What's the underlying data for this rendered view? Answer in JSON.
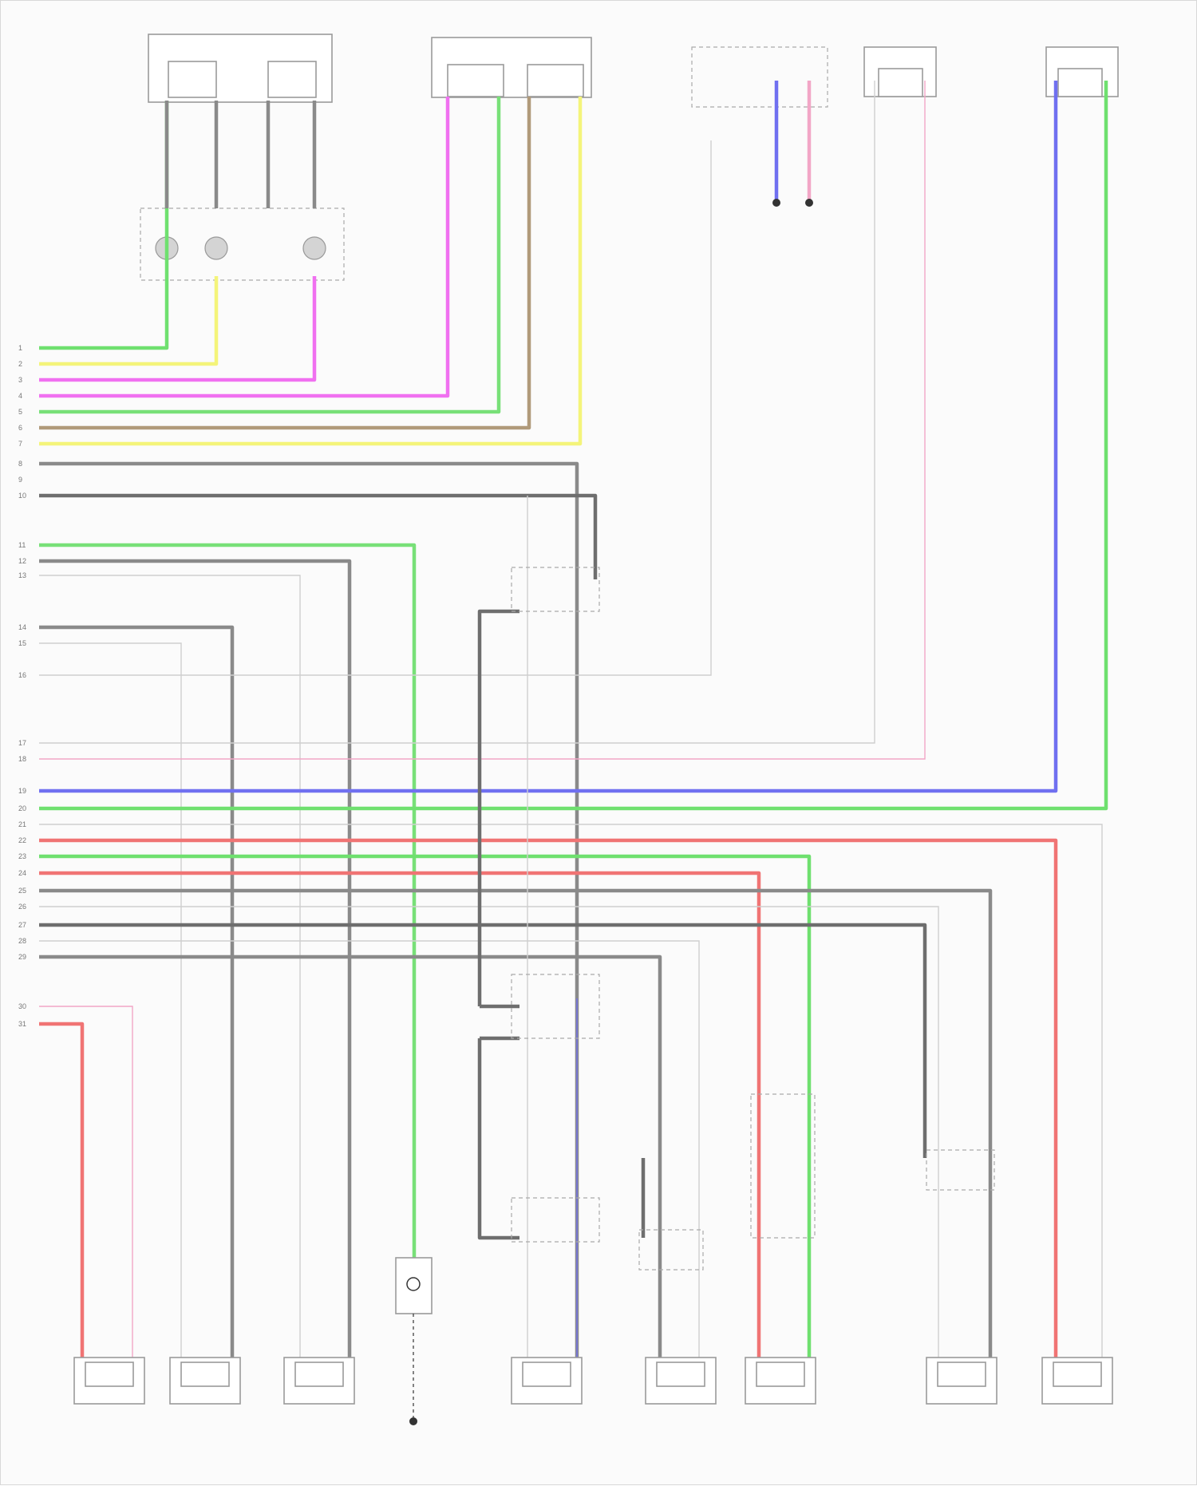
{
  "diagram": {
    "title": "",
    "footnote": ""
  },
  "components": {
    "sensing_module": {
      "label": ""
    },
    "passenger_seat": {
      "label": ""
    },
    "under_seat_conn": {
      "label": ""
    },
    "right_seat_belt": {
      "label": ""
    },
    "upper_side_curtain": {
      "label": ""
    },
    "combination_switch": {
      "label": ""
    },
    "connector_shorting": {
      "label": ""
    },
    "passenger_off_indicator": {
      "label": ""
    },
    "airbag_ground": {
      "label": ""
    },
    "bottom_connectors": [
      {
        "label": ""
      },
      {
        "label": ""
      },
      {
        "label": ""
      },
      {
        "label": ""
      },
      {
        "label": ""
      },
      {
        "label": ""
      },
      {
        "label": ""
      },
      {
        "label": ""
      }
    ]
  },
  "pins": [
    "1",
    "2",
    "3",
    "4",
    "5",
    "6",
    "7",
    "8",
    "9",
    "10",
    "11",
    "12",
    "13",
    "14",
    "15",
    "16",
    "17",
    "18",
    "19",
    "20",
    "21",
    "22",
    "23",
    "24",
    "25",
    "26",
    "27",
    "28",
    "29",
    "30",
    "31"
  ],
  "wire_colors": {
    "green": "#6fe06f",
    "yellow": "#f4f47a",
    "pink": "#f070f0",
    "ltgreen": "#78e078",
    "tan": "#b09a7a",
    "gray": "#8a8a8a",
    "darkgray": "#6e6e6e",
    "blue": "#7070f0",
    "lightpink": "#f2a6c6",
    "red": "#f07474",
    "ltgray": "#cfcfcf"
  }
}
